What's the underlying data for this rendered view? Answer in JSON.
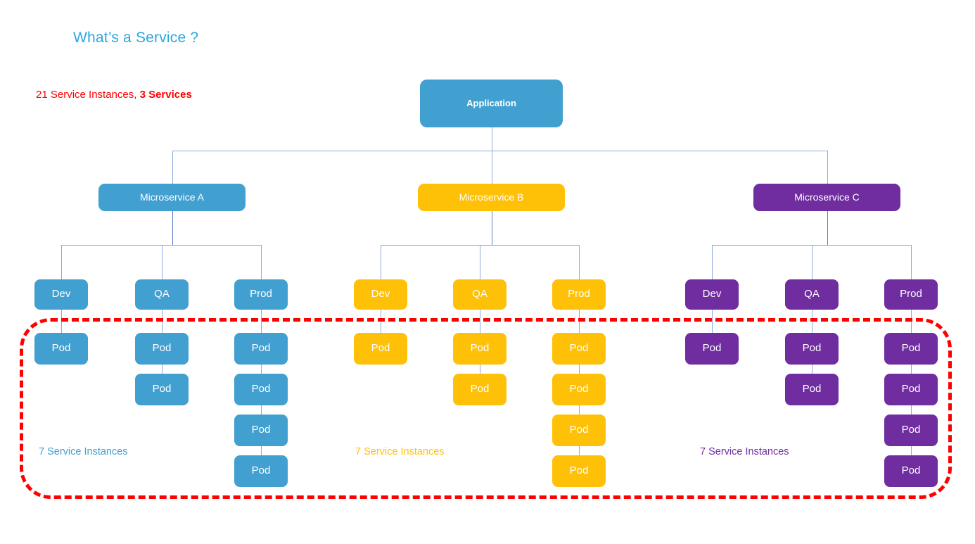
{
  "page": {
    "title": "What’s a Service ?",
    "title_color": "#28A8E0",
    "summary_prefix": "21 Service Instances, ",
    "summary_strong": "3 Services",
    "summary_color": "#FF0000",
    "background": "#FFFFFF"
  },
  "palette": {
    "blue": "#41A0D0",
    "amber": "#FFC107",
    "purple": "#6F2DA0",
    "connector": "#5B7FC7",
    "connector_soft": "#8FA9DC",
    "boundary": "#FF0000"
  },
  "diagram": {
    "type": "tree",
    "root": {
      "label": "Application",
      "color": "#41A0D0"
    },
    "boundary_note": "dashed red rounded rectangle enclosing all Pod nodes",
    "branches": [
      {
        "label": "Microservice A",
        "color": "#41A0D0",
        "instances_label": "7 Service Instances",
        "environments": [
          {
            "label": "Dev",
            "pods": [
              {
                "label": "Pod"
              }
            ]
          },
          {
            "label": "QA",
            "pods": [
              {
                "label": "Pod"
              },
              {
                "label": "Pod"
              }
            ]
          },
          {
            "label": "Prod",
            "pods": [
              {
                "label": "Pod"
              },
              {
                "label": "Pod"
              },
              {
                "label": "Pod"
              },
              {
                "label": "Pod"
              }
            ]
          }
        ]
      },
      {
        "label": "Microservice B",
        "color": "#FFC107",
        "instances_label": "7 Service Instances",
        "environments": [
          {
            "label": "Dev",
            "pods": [
              {
                "label": "Pod"
              }
            ]
          },
          {
            "label": "QA",
            "pods": [
              {
                "label": "Pod"
              },
              {
                "label": "Pod"
              }
            ]
          },
          {
            "label": "Prod",
            "pods": [
              {
                "label": "Pod"
              },
              {
                "label": "Pod"
              },
              {
                "label": "Pod"
              },
              {
                "label": "Pod"
              }
            ]
          }
        ]
      },
      {
        "label": "Microservice C",
        "color": "#6F2DA0",
        "instances_label": "7 Service Instances",
        "environments": [
          {
            "label": "Dev",
            "pods": [
              {
                "label": "Pod"
              }
            ]
          },
          {
            "label": "QA",
            "pods": [
              {
                "label": "Pod"
              },
              {
                "label": "Pod"
              }
            ]
          },
          {
            "label": "Prod",
            "pods": [
              {
                "label": "Pod"
              },
              {
                "label": "Pod"
              },
              {
                "label": "Pod"
              },
              {
                "label": "Pod"
              }
            ]
          }
        ]
      }
    ]
  }
}
